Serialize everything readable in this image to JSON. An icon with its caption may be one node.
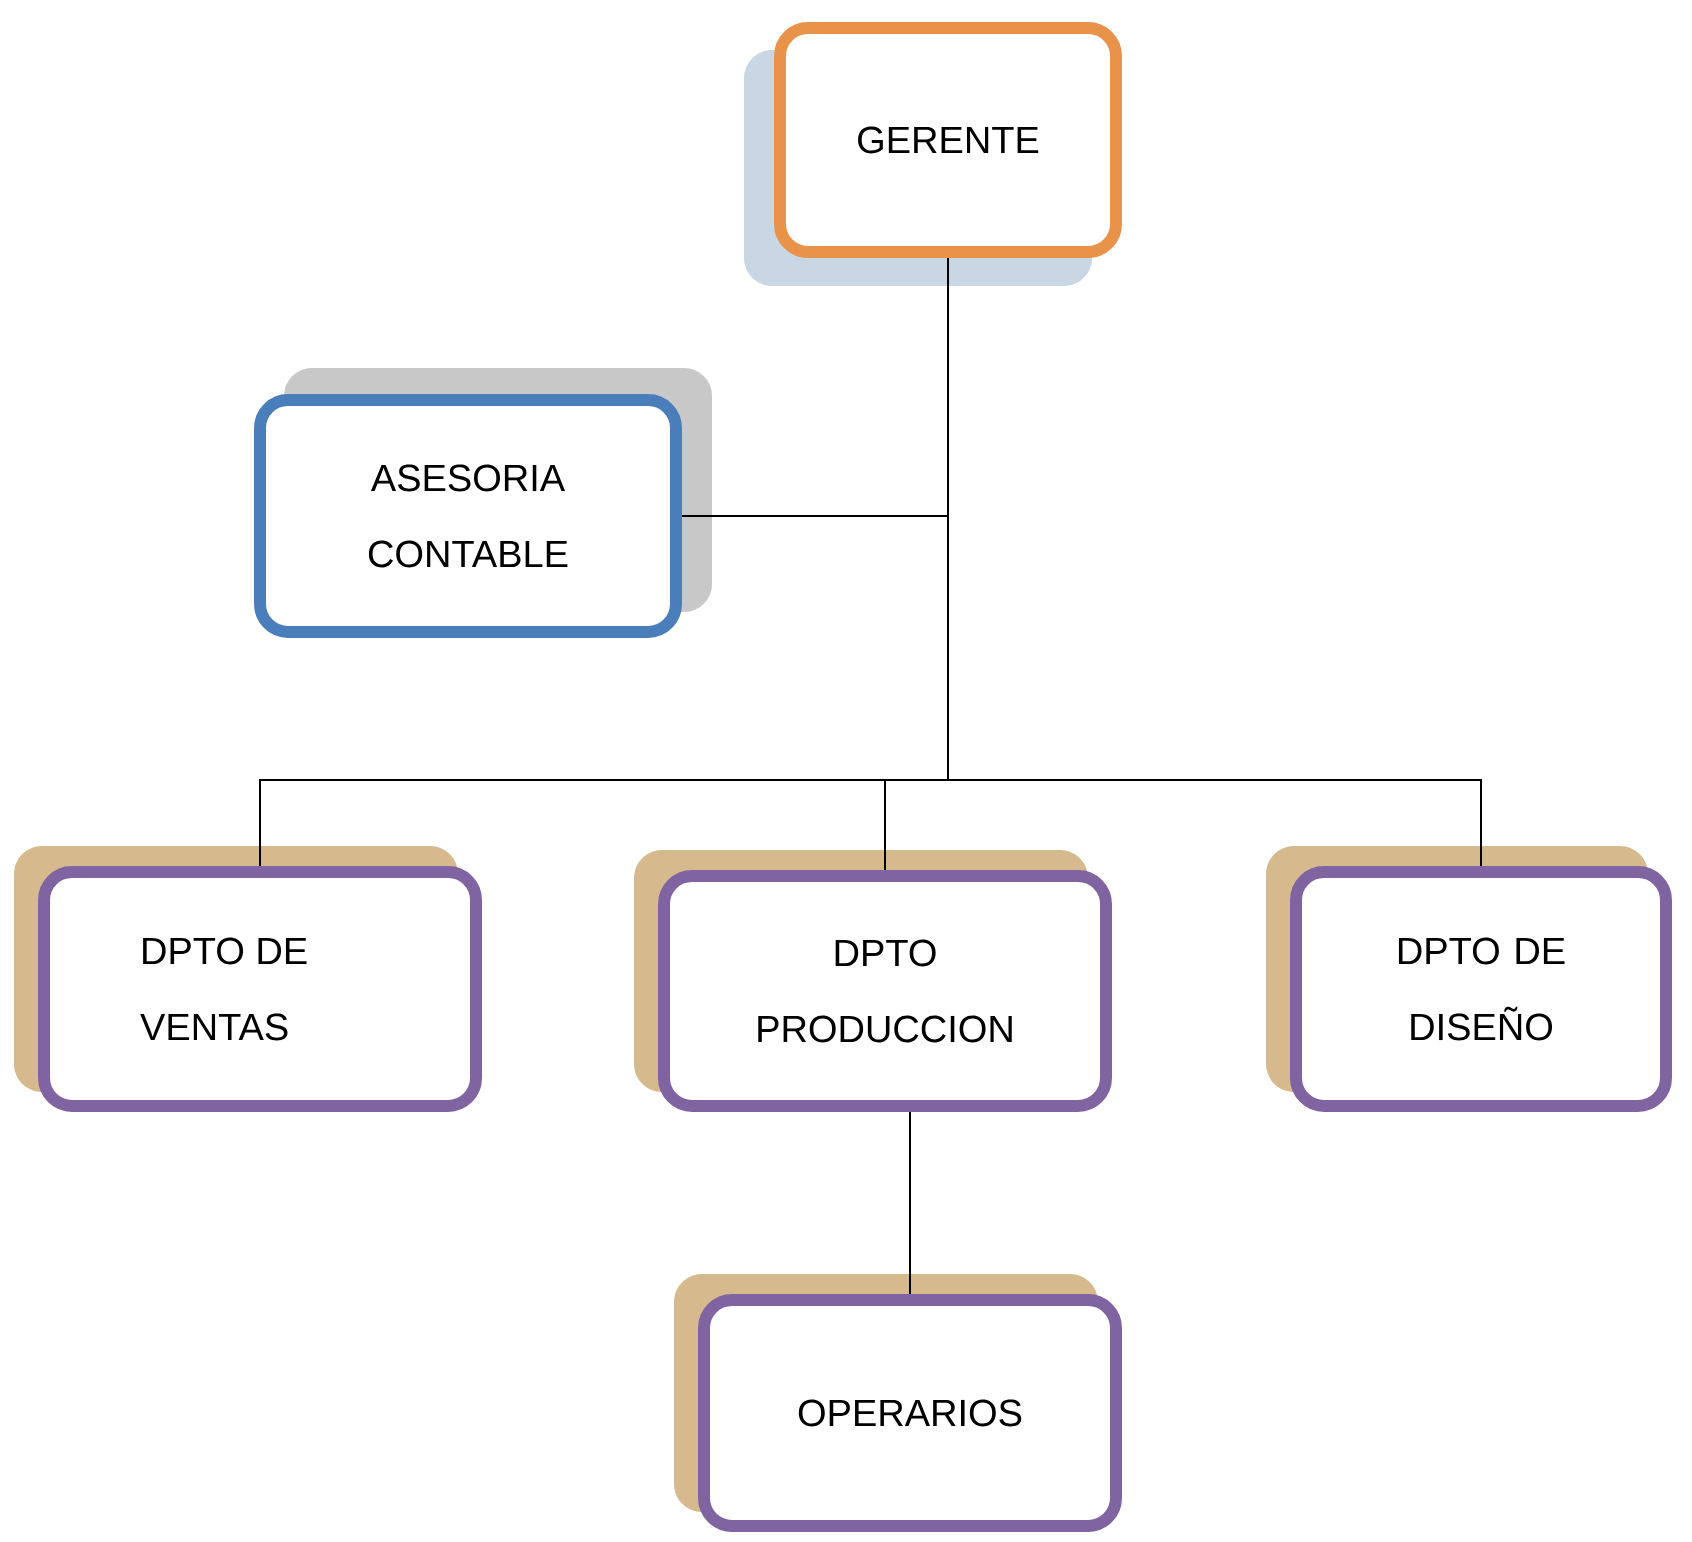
{
  "diagram": {
    "nodes": [
      {
        "text": [
          "GERENTE"
        ]
      },
      {
        "text": [
          "ASESORIA CONTABLE"
        ]
      },
      {
        "text": [
          "DPTO DE VENTAS"
        ]
      },
      {
        "text": [
          "DPTO PRODUCCION"
        ]
      },
      {
        "text": [
          "DPTO DE DISEÑO"
        ]
      },
      {
        "text": [
          "OPERARIOS"
        ]
      }
    ],
    "edges": [
      {
        "from": 0,
        "to": 1,
        "arrow": "none"
      },
      {
        "from": 0,
        "to": 2,
        "arrow": "none"
      },
      {
        "from": 0,
        "to": 3,
        "arrow": "none"
      },
      {
        "from": 0,
        "to": 4,
        "arrow": "none"
      },
      {
        "from": 3,
        "to": 5,
        "arrow": "none"
      }
    ]
  }
}
